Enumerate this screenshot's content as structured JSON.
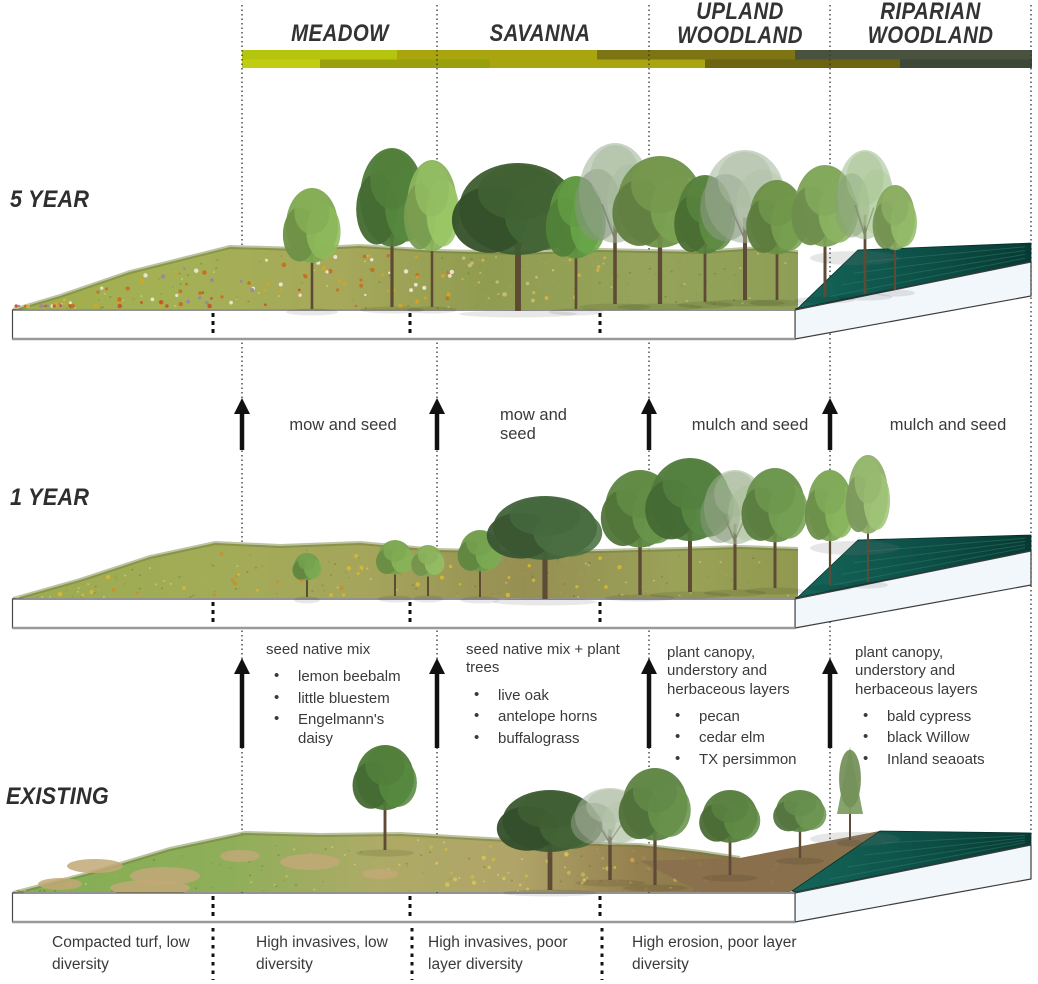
{
  "header": {
    "zones": [
      {
        "label": "MEADOW",
        "bar_color": "#b5c40d",
        "bar_color_alt": "#c1cd12"
      },
      {
        "label": "SAVANNA",
        "bar_color": "#a8a50f",
        "bar_color_alt": "#9aa00b"
      },
      {
        "label": "UPLAND WOODLAND",
        "bar_color": "#6c6410",
        "bar_color_alt": "#7d7414"
      },
      {
        "label": "RIPARIAN WOODLAND",
        "bar_color": "#49523e",
        "bar_color_alt": "#3e4836"
      }
    ]
  },
  "row_labels": {
    "year5": "5 YEAR",
    "year1": "1 YEAR",
    "existing": "EXISTING"
  },
  "transition_5yr": {
    "labels": [
      "mow and seed",
      "mow and seed",
      "mulch and seed",
      "mulch and seed"
    ]
  },
  "transition_1yr": {
    "columns": [
      {
        "heading": "seed native mix",
        "items": [
          "lemon beebalm",
          "little bluestem",
          "Engelmann's daisy"
        ]
      },
      {
        "heading": "seed native mix + plant trees",
        "items": [
          "live oak",
          "antelope horns",
          "buffalograss"
        ]
      },
      {
        "heading": "plant canopy, understory and herbaceous layers",
        "items": [
          "pecan",
          "cedar elm",
          "TX persimmon"
        ]
      },
      {
        "heading": "plant canopy, understory and herbaceous layers",
        "items": [
          "bald cypress",
          "black Willow",
          "Inland seaoats"
        ]
      }
    ]
  },
  "existing_conditions": [
    "Compacted turf, low diversity",
    "High invasives, low diversity",
    "High invasives, poor layer diversity",
    "High erosion, poor layer diversity"
  ],
  "illustration": {
    "water_color": "#15665a",
    "water_color_dark": "#083a33",
    "slab_face_color": "#ffffff",
    "slab_cut_color": "#f2f7fb",
    "line_color": "#333333",
    "arrow_color": "#111111"
  }
}
